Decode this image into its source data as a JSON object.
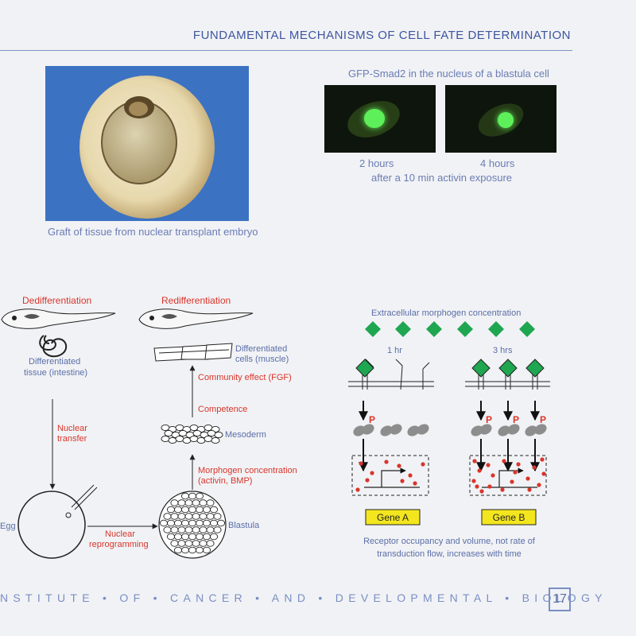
{
  "header": {
    "title": "FUNDAMENTAL MECHANISMS OF CELL FATE DETERMINATION"
  },
  "photo": {
    "caption": "Graft of tissue from nuclear transplant embryo"
  },
  "microscopy": {
    "title": "GFP-Smad2 in the nucleus of a blastula cell",
    "left_label": "2 hours",
    "right_label": "4 hours",
    "subcaption": "after a 10 min activin exposure"
  },
  "cycle": {
    "dediff": "Dedifferentiation",
    "rediff": "Redifferentiation",
    "diff_tissue_1": "Differentiated",
    "diff_tissue_2": "tissue (intestine)",
    "nuclear_transfer_1": "Nuclear",
    "nuclear_transfer_2": "transfer",
    "egg": "Egg",
    "nuclear_reprog_1": "Nuclear",
    "nuclear_reprog_2": "reprogramming",
    "blastula": "Blastula",
    "morph_1": "Morphogen concentration",
    "morph_2": "(activin, BMP)",
    "mesoderm": "Mesoderm",
    "competence": "Competence",
    "community": "Community effect (FGF)",
    "diff_cells_1": "Differentiated",
    "diff_cells_2": "cells (muscle)"
  },
  "morphogen": {
    "title": "Extracellular morphogen concentration",
    "left_time": "1 hr",
    "right_time": "3 hrs",
    "p_label": "P",
    "gene_a": "Gene A",
    "gene_b": "Gene B",
    "caption_1": "Receptor occupancy and volume, not rate of",
    "caption_2": "transduction flow, increases with time"
  },
  "footer": {
    "text": "NSTITUTE • OF • CANCER • AND • DEVELOPMENTAL • BIOLOGY",
    "page": "17"
  },
  "colors": {
    "accent": "#3d55a0",
    "red": "#d9352b",
    "green": "#1fa651",
    "gene_box": "#f4e61e"
  }
}
